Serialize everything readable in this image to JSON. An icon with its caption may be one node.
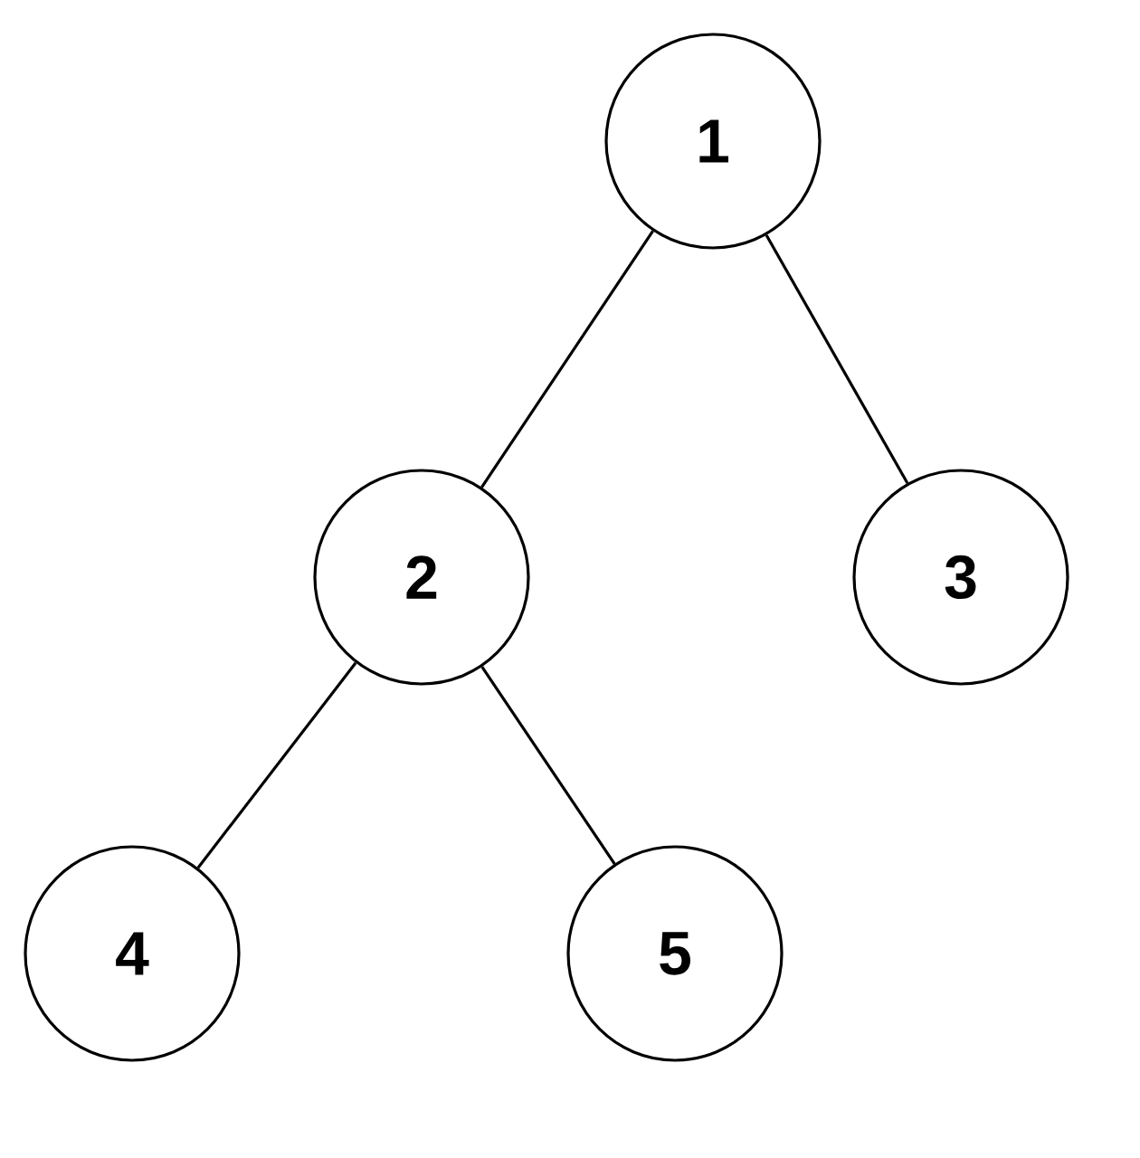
{
  "diagram": {
    "nodes": [
      {
        "text": [
          "1"
        ]
      },
      {
        "text": [
          "2"
        ]
      },
      {
        "text": [
          "3"
        ]
      },
      {
        "text": [
          "4"
        ]
      },
      {
        "text": [
          "5"
        ]
      }
    ],
    "edges": [
      {
        "from": 0,
        "to": 1,
        "arrow": "none"
      },
      {
        "from": 0,
        "to": 2,
        "arrow": "none"
      },
      {
        "from": 1,
        "to": 3,
        "arrow": "none"
      },
      {
        "from": 1,
        "to": 4,
        "arrow": "none"
      }
    ]
  }
}
